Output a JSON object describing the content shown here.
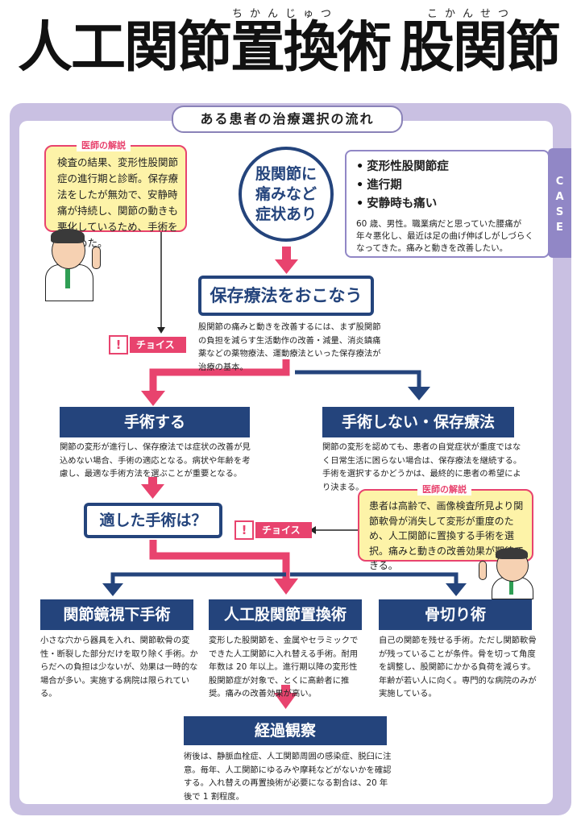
{
  "header": {
    "title_part1": "人工関節置換術",
    "title_part2": "股関節",
    "ruby_jinkou": "ちかんじゅつ",
    "ruby_kokansetsu": "こかんせつ"
  },
  "flow_title": "ある患者の治療選択の流れ",
  "case_tab": [
    "C",
    "A",
    "S",
    "E"
  ],
  "doctor_note_1": {
    "label": "医師の解説",
    "text": "検査の結果、変形性股関節症の進行期と診断。保存療法をしたが無効で、安静時痛が持続し、関節の動きも悪化しているため、手術をすすめた。"
  },
  "symptom_circle": "股関節に痛みなど症状あり",
  "case": {
    "items": [
      "変形性股関節症",
      "進行期",
      "安静時も痛い"
    ],
    "bullet": "•",
    "description": "60 歳、男性。職業病だと思っていた腰痛が年々悪化し、最近は足の曲げ伸ばしがしづらくなってきた。痛みと動きを改善したい。"
  },
  "conservative": {
    "title": "保存療法をおこなう",
    "description": "股関節の痛みと動きを改善するには、まず股関節の負担を減らす生活動作の改善・減量、消炎鎮痛薬などの薬物療法、運動療法といった保存療法が治療の基本。"
  },
  "choice_label": "チョイス",
  "choice_mark": "!",
  "surgery": {
    "title": "手術する",
    "description": "関節の変形が進行し、保存療法では症状の改善が見込めない場合、手術の適応となる。病状や年齢を考慮し、最適な手術方法を選ぶことが重要となる。"
  },
  "no_surgery": {
    "title": "手術しない・保存療法",
    "description": "関節の変形を認めても、患者の自覚症状が重度ではなく日常生活に困らない場合は、保存療法を継続する。手術を選択するかどうかは、最終的に患者の希望により決まる。"
  },
  "question": "適した手術は？",
  "doctor_note_2": {
    "label": "医師の解説",
    "text": "患者は高齢で、画像検査所見より関節軟骨が消失して変形が重度のため、人工関節に置換する手術を選択。痛みと動きの改善効果が期待できる。"
  },
  "options": [
    {
      "title": "関節鏡視下手術",
      "description": "小さな穴から器具を入れ、関節軟骨の変性・断裂した部分だけを取り除く手術。からだへの負担は少ないが、効果は一時的な場合が多い。実施する病院は限られている。"
    },
    {
      "title": "人工股関節置換術",
      "description": "変形した股関節を、金属やセラミックでできた人工関節に入れ替える手術。耐用年数は 20 年以上。進行期以降の変形性股関節症が対象で、とくに高齢者に推奨。痛みの改善効果が高い。"
    },
    {
      "title": "骨切り術",
      "description": "自己の関節を残せる手術。ただし関節軟骨が残っていることが条件。骨を切って角度を調整し、股関節にかかる負荷を減らす。年齢が若い人に向く。専門的な病院のみが実施している。"
    }
  ],
  "followup": {
    "title": "経過観察",
    "description": "術後は、静脈血栓症、人工関節周囲の感染症、脱臼に注意。毎年、人工関節にゆるみや摩耗などがないかを確認する。入れ替えの再置換術が必要になる割合は、20 年後で 1 割程度。"
  },
  "colors": {
    "navy": "#24447c",
    "pink": "#e8436e",
    "lavender": "#c9c0e2",
    "case_purple": "#9187c6",
    "note_yellow": "#fdf3a8"
  }
}
